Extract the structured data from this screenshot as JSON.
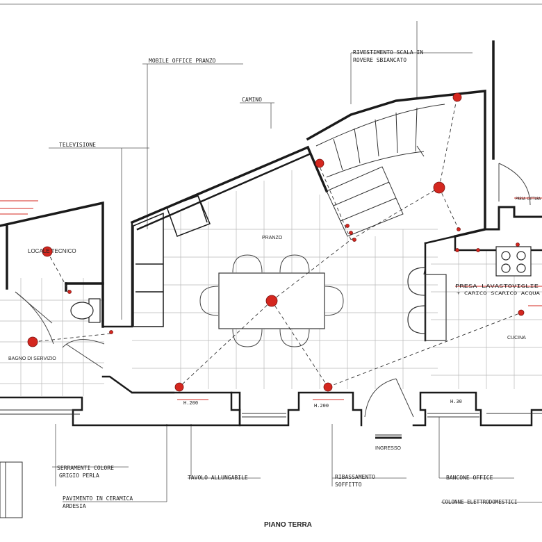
{
  "title": "PIANO TERRA",
  "colors": {
    "wall": "#1a1a1a",
    "grid": "#b8b8b8",
    "fixture": "#d4271f",
    "ink": "#222222"
  },
  "rooms": {
    "locale_tecnico": "LOCALE TECNICO",
    "bagno": "BAGNO DI SERVIZIO",
    "pranzo": "PRANZO",
    "cucina": "CUCINA",
    "ingresso": "INGRESSO"
  },
  "annotations": {
    "mobile_office": "MOBILE OFFICE PRANZO",
    "rivestimento_line1": "RIVESTIMENTO SCALA IN",
    "rivestimento_line2": "ROVERE SBIANCATO",
    "camino": "CAMINO",
    "televisione": "TELEVISIONE",
    "serramenti_line1": "SERRAMENTI COLORE",
    "serramenti_line2": "GRIGIO PERLA",
    "pavimento_line1": "PAVIMENTO IN CERAMICA",
    "pavimento_line2": "ARDESIA",
    "tavolo": "TAVOLO ALLUNGABILE",
    "ribassamento_line1": "RIBASSAMENTO",
    "ribassamento_line2": "SOFFITTO",
    "bancone": "BANCONE OFFICE",
    "colonne": "COLONNE ELETTRODOMESTICI",
    "presa_cottura": "PRESA COTTURA",
    "presa_lavastoviglie_line1": "PRESA LAVASTOVIGLIE",
    "presa_lavastoviglie_line2": "+ CARICO SCARICO ACQUA"
  },
  "heights": {
    "h200_left": "H.200",
    "h200_right": "H.200",
    "h30": "H.30"
  }
}
